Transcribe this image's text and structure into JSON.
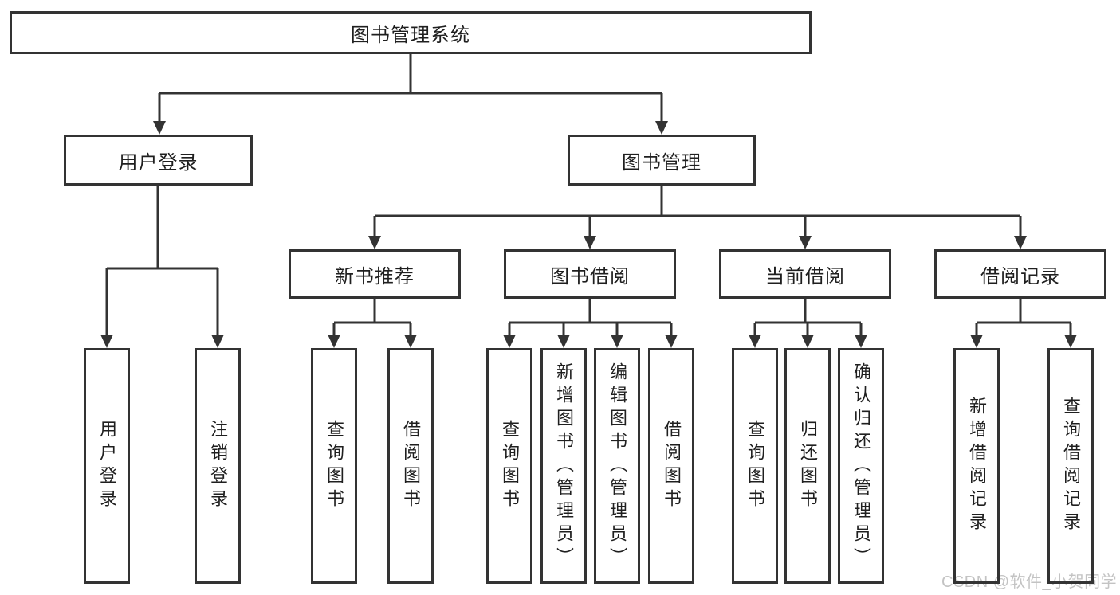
{
  "diagram": {
    "root": {
      "label": "图书管理系统"
    },
    "branches": [
      {
        "label": "用户登录",
        "leaves": [
          {
            "label": "用户登录"
          },
          {
            "label": "注销登录"
          }
        ]
      },
      {
        "label": "图书管理",
        "groups": [
          {
            "label": "新书推荐",
            "leaves": [
              {
                "label": "查询图书"
              },
              {
                "label": "借阅图书"
              }
            ]
          },
          {
            "label": "图书借阅",
            "leaves": [
              {
                "label": "查询图书"
              },
              {
                "label": "新增图书（管理员）"
              },
              {
                "label": "编辑图书（管理员）"
              },
              {
                "label": "借阅图书"
              }
            ]
          },
          {
            "label": "当前借阅",
            "leaves": [
              {
                "label": "查询图书"
              },
              {
                "label": "归还图书"
              },
              {
                "label": "确认归还（管理员）"
              }
            ]
          },
          {
            "label": "借阅记录",
            "leaves": [
              {
                "label": "新增借阅记录"
              },
              {
                "label": "查询借阅记录"
              }
            ]
          }
        ]
      }
    ],
    "watermark": "CSDN @软件_小贺同学"
  },
  "colors": {
    "line": "#333333",
    "text": "#1f1f1f",
    "watermark": "#c3c3c3"
  }
}
